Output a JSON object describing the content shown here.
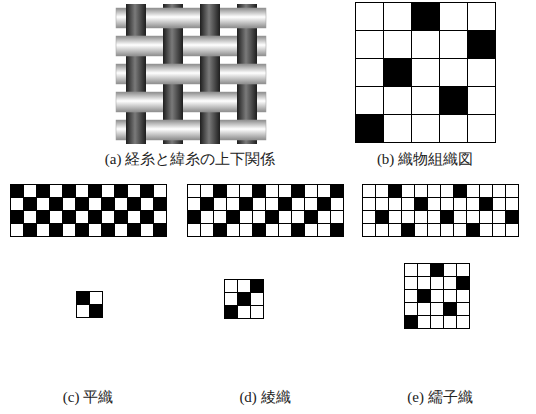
{
  "diagram": {
    "labels": [
      "(a) 経糸と緯糸の上下関係",
      "(b) 織物組織図",
      "(c) 平織",
      "(d) 綾織",
      "(e) 繻子織"
    ]
  }
}
